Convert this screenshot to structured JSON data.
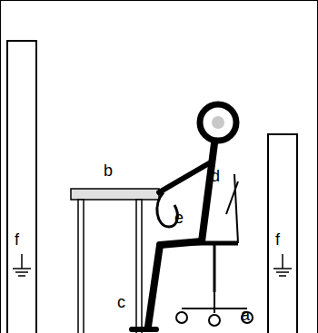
{
  "diagram": {
    "labels": [
      "a",
      "b",
      "c",
      "d",
      "e",
      "f",
      "f"
    ]
  }
}
